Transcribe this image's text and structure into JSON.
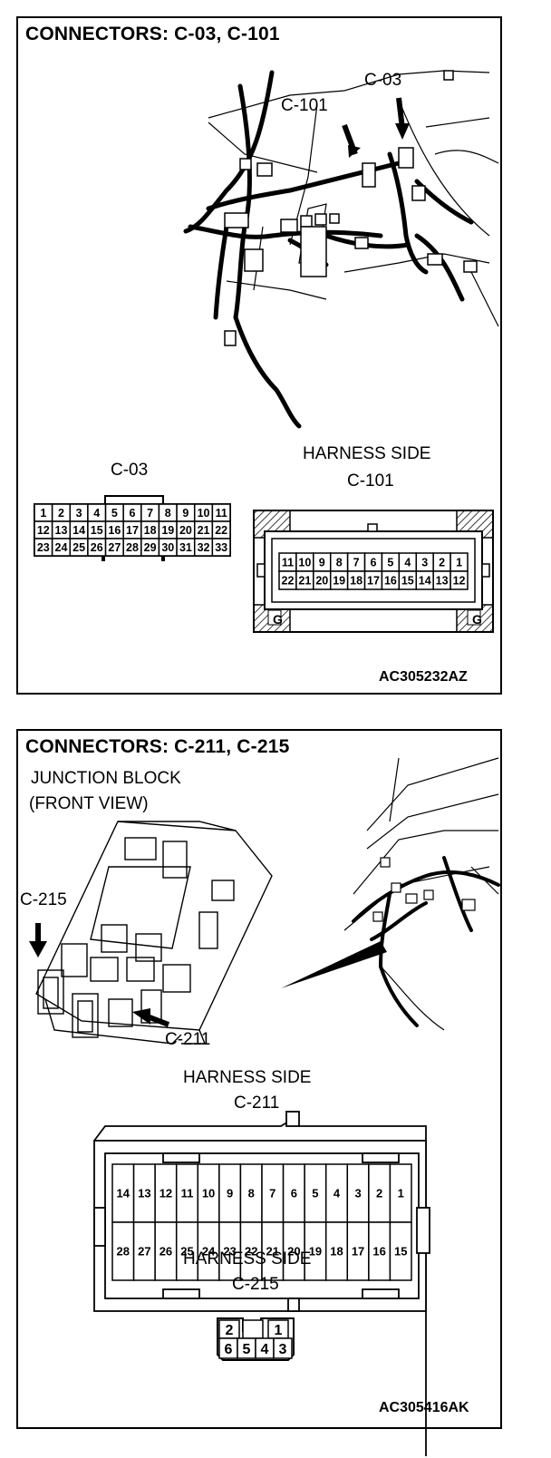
{
  "panel1": {
    "title": "CONNECTORS: C-03, C-101",
    "callouts": {
      "c03": "C-03",
      "c101": "C-101"
    },
    "c03": {
      "label": "C-03",
      "rows": [
        [
          "1",
          "2",
          "3",
          "4",
          "5",
          "6",
          "7",
          "8",
          "9",
          "10",
          "11"
        ],
        [
          "12",
          "13",
          "14",
          "15",
          "16",
          "17",
          "18",
          "19",
          "20",
          "21",
          "22"
        ],
        [
          "23",
          "24",
          "25",
          "26",
          "27",
          "28",
          "29",
          "30",
          "31",
          "32",
          "33"
        ]
      ]
    },
    "c101": {
      "side_label": "HARNESS SIDE",
      "label": "C-101",
      "rows": [
        [
          "11",
          "10",
          "9",
          "8",
          "7",
          "6",
          "5",
          "4",
          "3",
          "2",
          "1"
        ],
        [
          "22",
          "21",
          "20",
          "19",
          "18",
          "17",
          "16",
          "15",
          "14",
          "13",
          "12"
        ]
      ],
      "ground_marks": [
        "G",
        "G"
      ]
    },
    "figure_code": "AC305232AZ"
  },
  "panel2": {
    "title": "CONNECTORS: C-211, C-215",
    "subtitle_line1": "JUNCTION BLOCK",
    "subtitle_line2": "(FRONT VIEW)",
    "callouts": {
      "c215": "C-215",
      "c211": "C-211"
    },
    "c211": {
      "side_label": "HARNESS SIDE",
      "label": "C-211",
      "rows": [
        [
          "14",
          "13",
          "12",
          "11",
          "10",
          "9",
          "8",
          "7",
          "6",
          "5",
          "4",
          "3",
          "2",
          "1"
        ],
        [
          "28",
          "27",
          "26",
          "25",
          "24",
          "23",
          "22",
          "21",
          "20",
          "19",
          "18",
          "17",
          "16",
          "15"
        ]
      ]
    },
    "c215": {
      "side_label": "HARNESS SIDE",
      "label": "C-215",
      "top_row": [
        "2",
        "",
        "1"
      ],
      "bottom_row": [
        "6",
        "5",
        "4",
        "3"
      ]
    },
    "figure_code": "AC305416AK"
  }
}
